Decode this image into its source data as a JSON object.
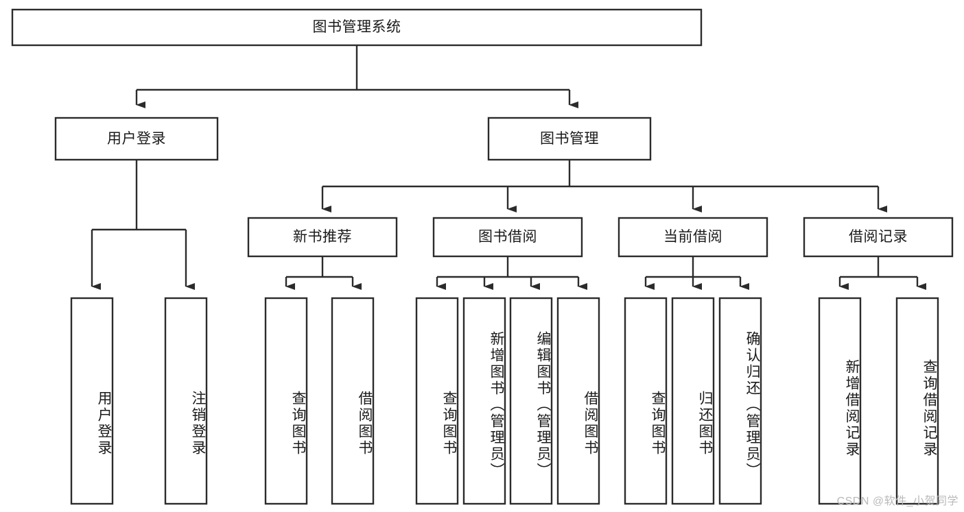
{
  "diagram": {
    "type": "tree",
    "title": "图书管理系统",
    "root": {
      "label": "图书管理系统"
    },
    "level2": [
      {
        "label": "用户登录"
      },
      {
        "label": "图书管理"
      }
    ],
    "level3": [
      {
        "label": "新书推荐"
      },
      {
        "label": "图书借阅"
      },
      {
        "label": "当前借阅"
      },
      {
        "label": "借阅记录"
      }
    ],
    "leaves": {
      "user_login": [
        {
          "label": "用户登录"
        },
        {
          "label": "注销登录"
        }
      ],
      "new_book_recommend": [
        {
          "label": "查询图书"
        },
        {
          "label": "借阅图书"
        }
      ],
      "book_borrow": [
        {
          "label": "查询图书"
        },
        {
          "label": "新增图书（管理员）"
        },
        {
          "label": "编辑图书（管理员）"
        },
        {
          "label": "借阅图书"
        }
      ],
      "current_borrow": [
        {
          "label": "查询图书"
        },
        {
          "label": "归还图书"
        },
        {
          "label": "确认归还（管理员）"
        }
      ],
      "borrow_record": [
        {
          "label": "新增借阅记录"
        },
        {
          "label": "查询借阅记录"
        }
      ]
    }
  },
  "watermark": {
    "text": "CSDN @软件_小贺同学"
  },
  "colors": {
    "box_stroke": "#2b2b2b",
    "box_fill": "#ffffff",
    "text": "#1a1a1a",
    "watermark": "#b9b9b9",
    "background": "#ffffff"
  }
}
